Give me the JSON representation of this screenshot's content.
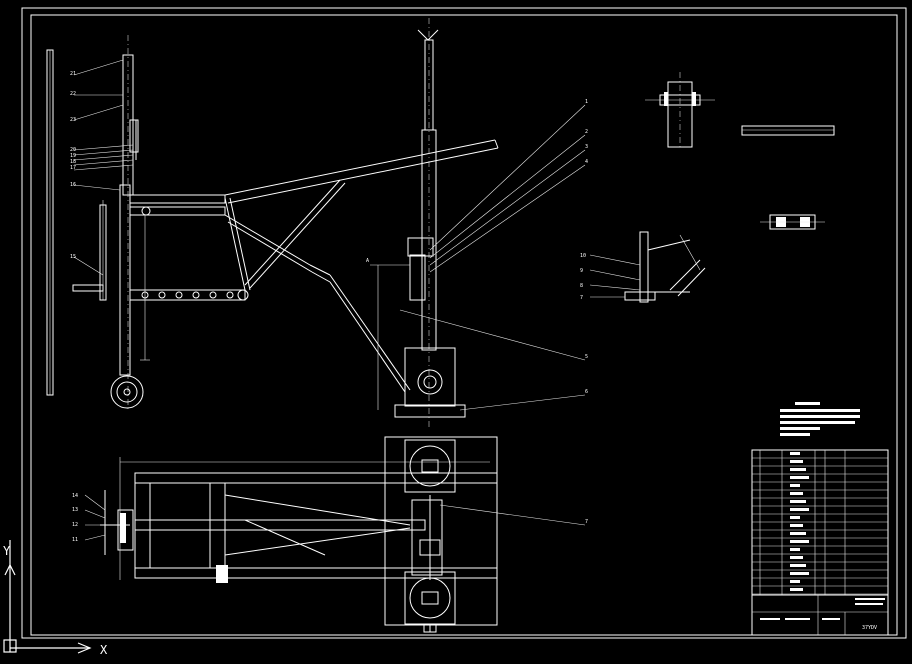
{
  "ucs": {
    "x_axis_label": "X",
    "y_axis_label": "Y"
  },
  "title_block": {
    "drawing_number": "37YDV"
  },
  "colors": {
    "background": "#000000",
    "linework": "#ffffff"
  }
}
